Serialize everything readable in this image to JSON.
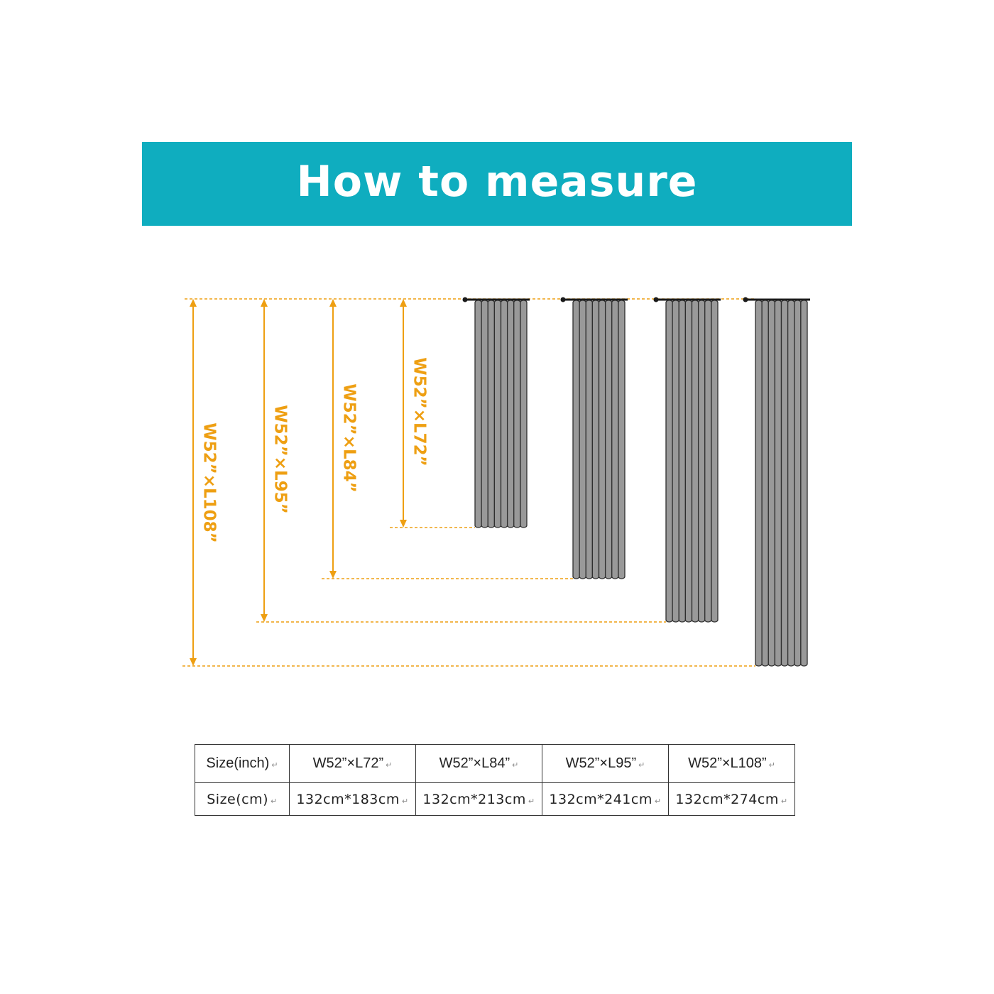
{
  "header": {
    "title": "How to measure",
    "bg_color": "#0fadbf",
    "text_color": "#ffffff"
  },
  "colors": {
    "measure": "#ee9f12",
    "curtain_fill": "#999999",
    "curtain_stroke": "#2e2e2e",
    "rod": "#1a1a1a"
  },
  "diagram": {
    "measurements": [
      {
        "label": "W52”×L72”"
      },
      {
        "label": "W52”×L84”"
      },
      {
        "label": "W52”×L95”"
      },
      {
        "label": "W52”×L108”"
      }
    ]
  },
  "table": {
    "rows": [
      {
        "header": "Size(inch)",
        "cells": [
          "W52”×L72”",
          "W52”×L84”",
          "W52”×L95”",
          "W52”×L108”"
        ]
      },
      {
        "header": "Size(cm)",
        "cells": [
          "132cm*183cm",
          "132cm*213cm",
          "132cm*241cm",
          "132cm*274cm"
        ]
      }
    ],
    "return_mark": "↵"
  }
}
